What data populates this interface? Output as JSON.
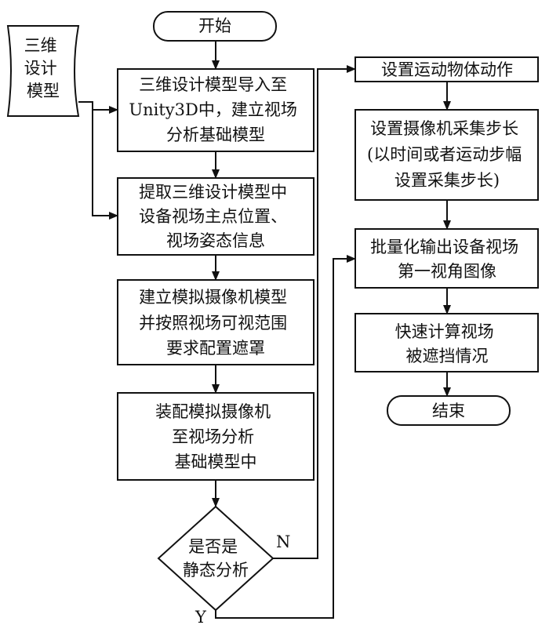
{
  "start_label": "开始",
  "end_label": "结束",
  "design_model": [
    "三维",
    "设计",
    "模型"
  ],
  "left_steps": [
    [
      "三维设计模型导入至",
      "Unity3D中，建立视场",
      "分析基础模型"
    ],
    [
      "提取三维设计模型中",
      "设备视场主点位置、",
      "视场姿态信息"
    ],
    [
      "建立模拟摄像机模型",
      "并按照视场可视范围",
      "要求配置遮罩"
    ],
    [
      "装配模拟摄像机",
      "至视场分析",
      "基础模型中"
    ]
  ],
  "decision": [
    "是否是",
    "静态分析"
  ],
  "no_label": "N",
  "yes_label": "Y",
  "right_steps": [
    [
      "设置运动物体动作"
    ],
    [
      "设置摄像机采集步长",
      "(以时间或者运动步幅",
      "设置采集步长)"
    ],
    [
      "批量化输出设备视场",
      "第一视角图像"
    ],
    [
      "快速计算视场",
      "被遮挡情况"
    ]
  ]
}
